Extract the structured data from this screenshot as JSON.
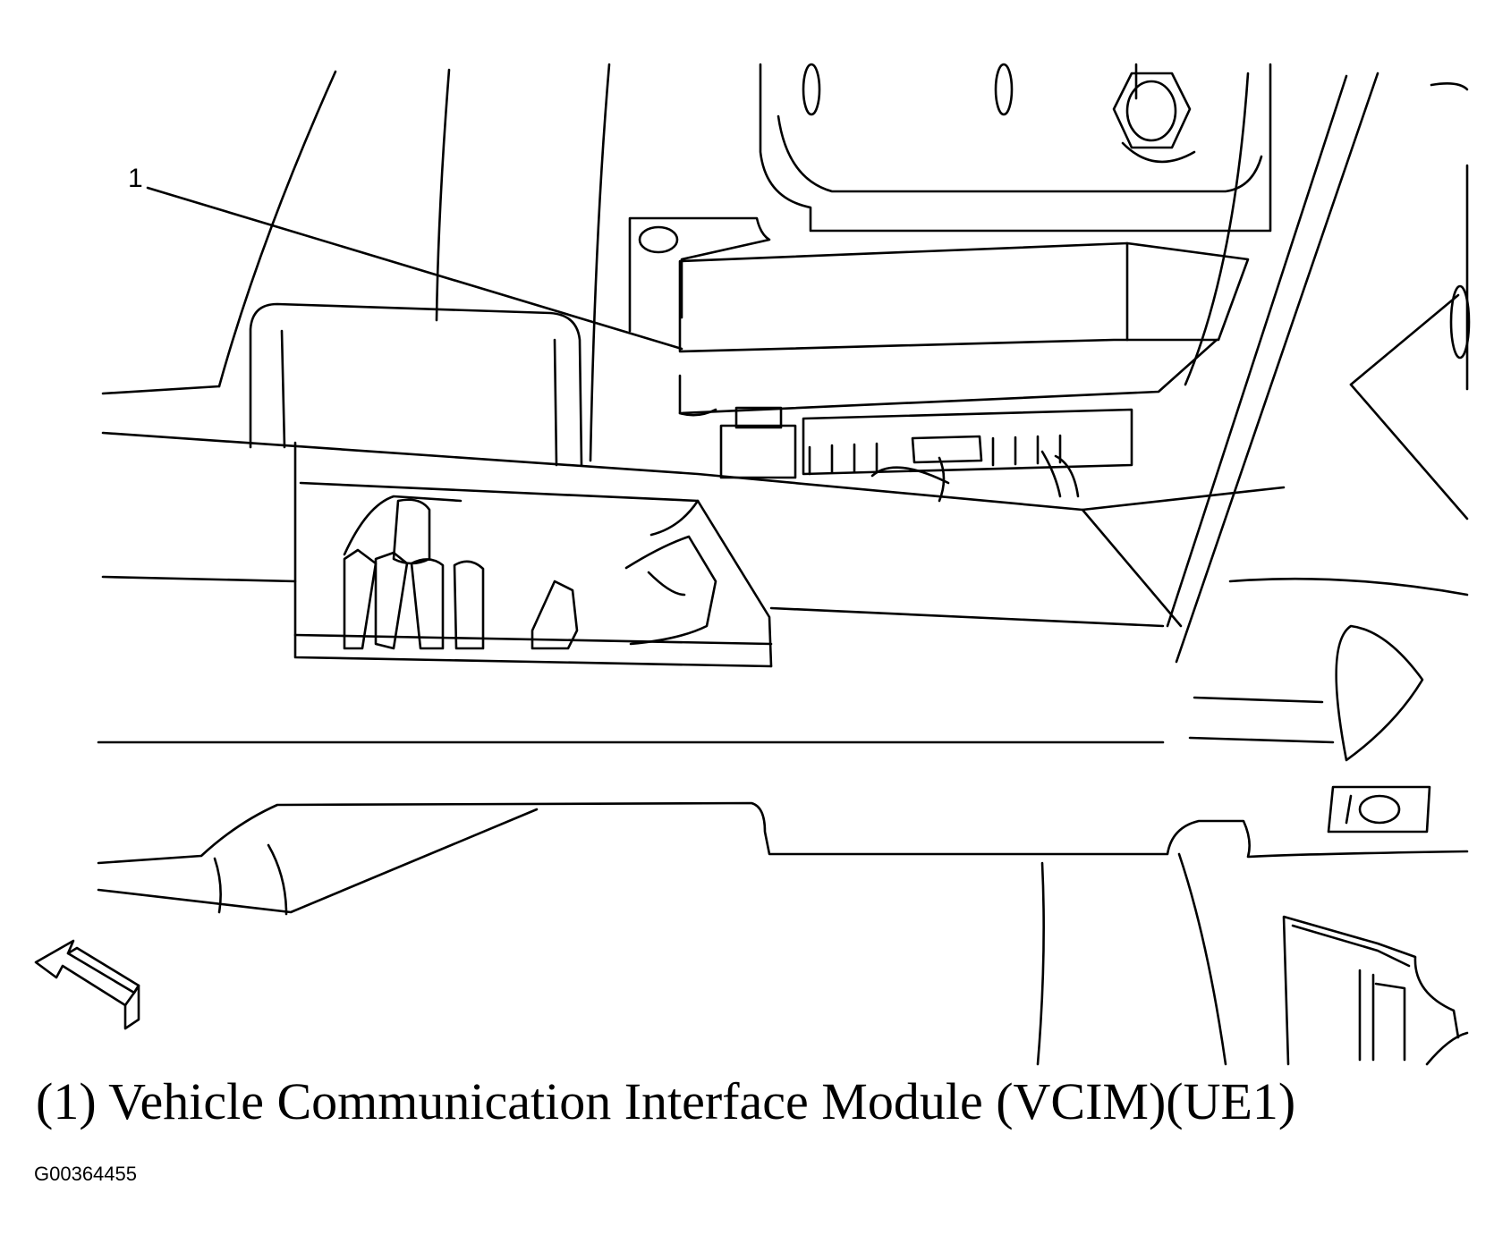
{
  "callout": {
    "number": "1"
  },
  "caption": "(1) Vehicle Communication Interface Module (VCIM)(UE1)",
  "figure_id": "G00364455",
  "icons": {
    "orientation_arrow": "forward-direction-arrow-icon"
  },
  "colors": {
    "line": "#000000",
    "background": "#ffffff"
  }
}
